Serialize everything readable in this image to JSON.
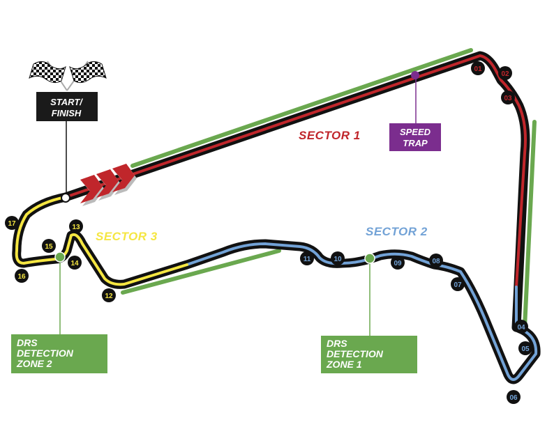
{
  "labels": {
    "start_finish": [
      "START/",
      "FINISH"
    ],
    "speed_trap": [
      "SPEED",
      "TRAP"
    ],
    "drs_zone_2": [
      "DRS",
      "DETECTION",
      "ZONE 2"
    ],
    "drs_zone_1": [
      "DRS",
      "DETECTION",
      "ZONE 1"
    ]
  },
  "sectors": [
    {
      "label": "SECTOR 1",
      "color": "#c0262b"
    },
    {
      "label": "SECTOR 2",
      "color": "#72a2d6"
    },
    {
      "label": "SECTOR 3",
      "color": "#f5e642"
    }
  ],
  "turns": [
    "01",
    "02",
    "03",
    "04",
    "05",
    "06",
    "07",
    "08",
    "09",
    "10",
    "11",
    "12",
    "13",
    "14",
    "15",
    "16",
    "17"
  ],
  "colors": {
    "track": "#111111",
    "drs": "#6aa84f",
    "speed_trap": "#7b2d8e",
    "start_finish_box": "#1a1a1a",
    "chevrons": "#c0262b"
  }
}
